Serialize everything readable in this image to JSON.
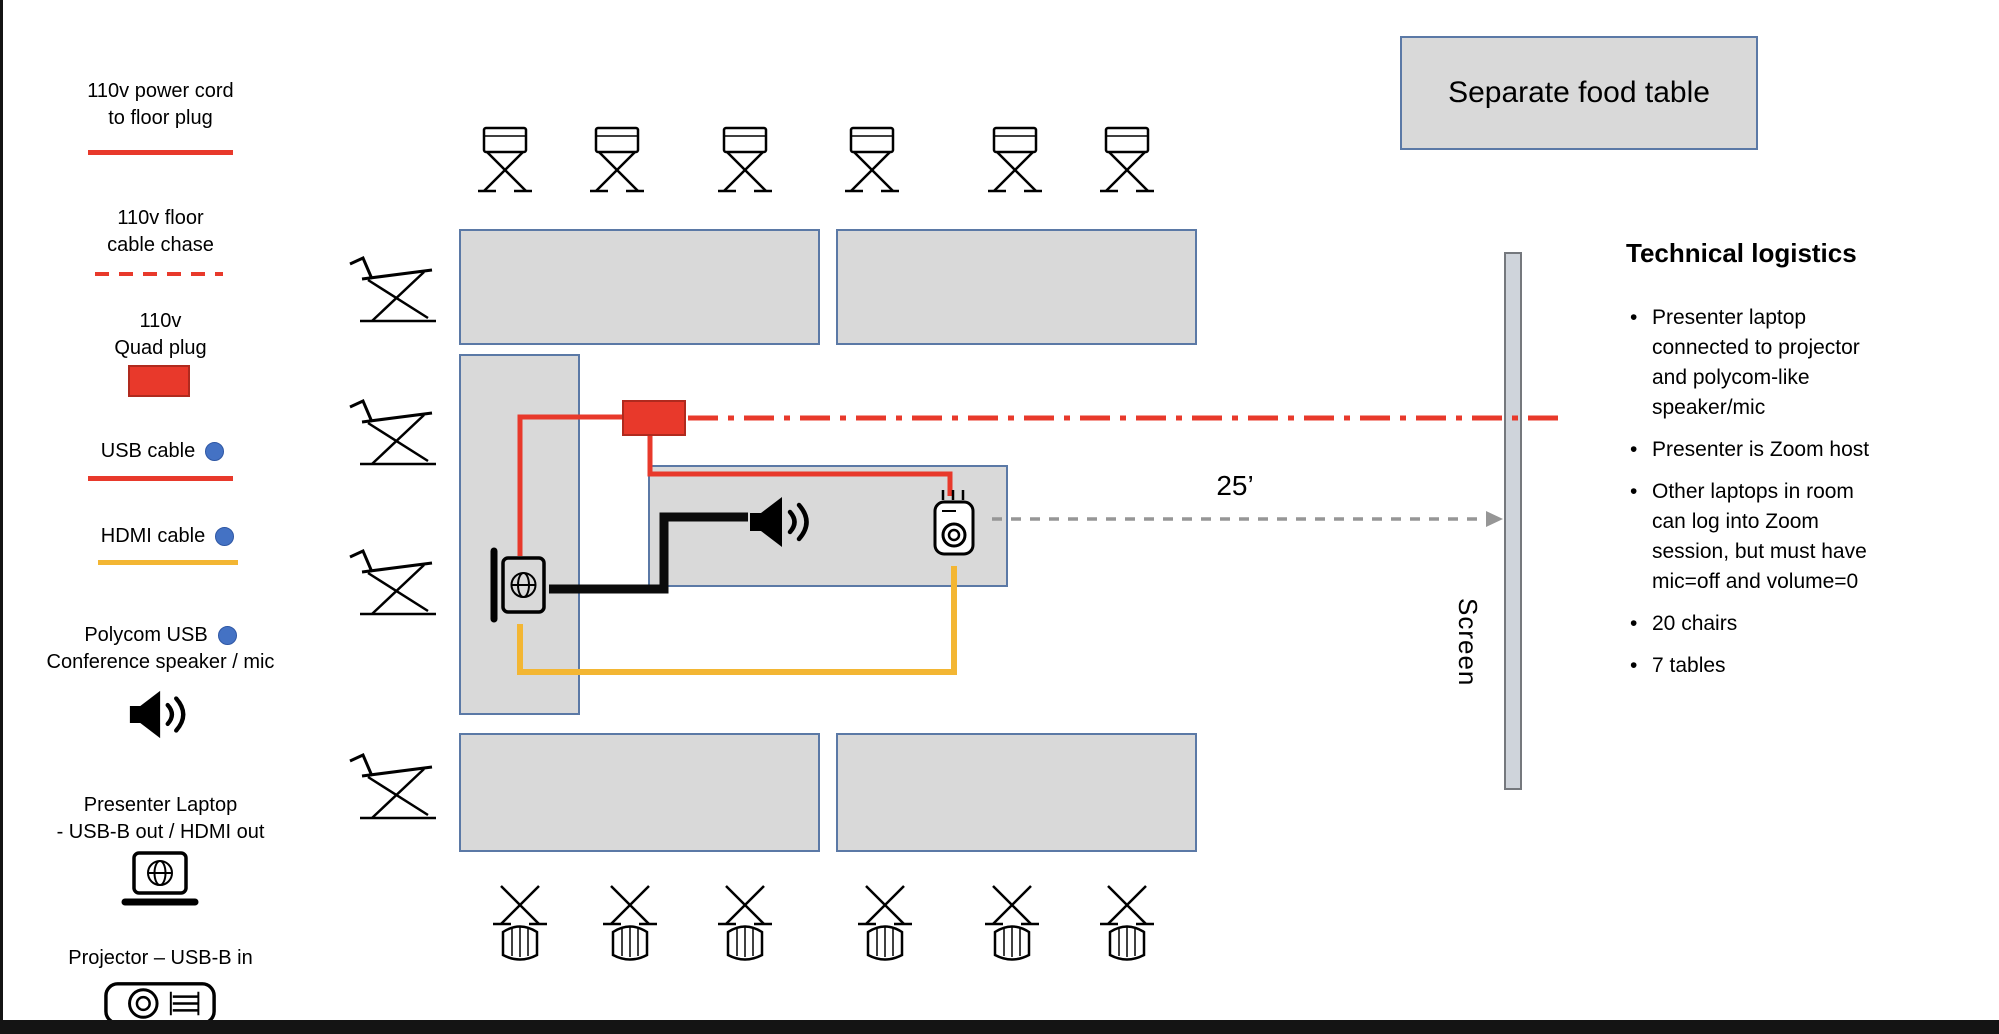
{
  "colors": {
    "power_red": "#E8392B",
    "power_red_dark": "#B02A1E",
    "hdmi_yellow": "#F3B633",
    "dot_blue": "#4472C4",
    "table_fill": "#D9D9D9",
    "table_border": "#5B79A6",
    "screen_fill": "#CFD4DB",
    "screen_border": "#75787D",
    "arrow_gray": "#969696",
    "cable_black": "#0B0B0B"
  },
  "legend": {
    "power_cord": {
      "line1": "110v power cord",
      "line2": "to floor plug"
    },
    "cable_chase": {
      "line1": "110v floor",
      "line2": "cable chase"
    },
    "quad_plug": {
      "line1": "110v",
      "line2": "Quad plug"
    },
    "usb_cable": {
      "label": "USB cable"
    },
    "hdmi_cable": {
      "label": "HDMI cable"
    },
    "polycom": {
      "line1": "Polycom USB",
      "line2": "Conference speaker / mic"
    },
    "presenter_laptop": {
      "line1": "Presenter Laptop",
      "line2": "- USB-B out / HDMI out"
    },
    "projector": {
      "label": "Projector – USB-B in"
    }
  },
  "food_table": {
    "label": "Separate food table"
  },
  "logistics": {
    "title": "Technical logistics",
    "bullets": [
      "Presenter laptop connected to projector and polycom-like speaker/mic",
      "Presenter is Zoom host",
      "Other laptops in room can log into Zoom session, but must have mic=off and volume=0",
      "20 chairs",
      "7 tables"
    ]
  },
  "plan": {
    "distance_label": "25’",
    "screen_label": "Screen"
  }
}
